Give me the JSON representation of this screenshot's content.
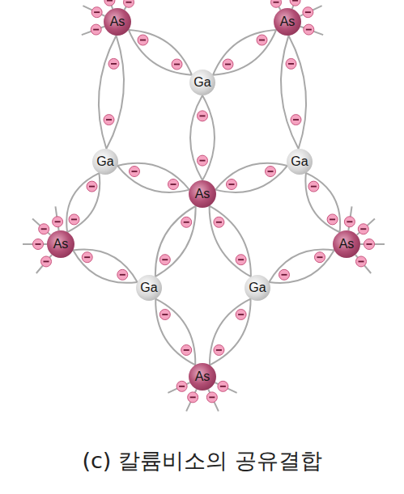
{
  "diagram": {
    "caption": "(c) 칼륨비소의 공유결합",
    "nodes": [
      {
        "text": [
          "As"
        ]
      },
      {
        "text": [
          "As"
        ]
      },
      {
        "text": [
          "Ga"
        ]
      },
      {
        "text": [
          "Ga"
        ]
      },
      {
        "text": [
          "As"
        ]
      },
      {
        "text": [
          "Ga"
        ]
      },
      {
        "text": [
          "As"
        ]
      },
      {
        "text": [
          "As"
        ]
      },
      {
        "text": [
          "Ga"
        ]
      },
      {
        "text": [
          "Ga"
        ]
      },
      {
        "text": [
          "As"
        ]
      }
    ],
    "edges": [
      {
        "from": 0,
        "to": 2,
        "arrow": "none"
      },
      {
        "from": 1,
        "to": 2,
        "arrow": "none"
      },
      {
        "from": 2,
        "to": 4,
        "arrow": "none"
      },
      {
        "from": 0,
        "to": 3,
        "arrow": "none"
      },
      {
        "from": 1,
        "to": 5,
        "arrow": "none"
      },
      {
        "from": 3,
        "to": 4,
        "arrow": "none"
      },
      {
        "from": 5,
        "to": 4,
        "arrow": "none"
      },
      {
        "from": 3,
        "to": 6,
        "arrow": "none"
      },
      {
        "from": 5,
        "to": 7,
        "arrow": "none"
      },
      {
        "from": 4,
        "to": 8,
        "arrow": "none"
      },
      {
        "from": 4,
        "to": 9,
        "arrow": "none"
      },
      {
        "from": 6,
        "to": 8,
        "arrow": "none"
      },
      {
        "from": 7,
        "to": 9,
        "arrow": "none"
      },
      {
        "from": 8,
        "to": 10,
        "arrow": "none"
      },
      {
        "from": 9,
        "to": 10,
        "arrow": "none"
      }
    ]
  }
}
